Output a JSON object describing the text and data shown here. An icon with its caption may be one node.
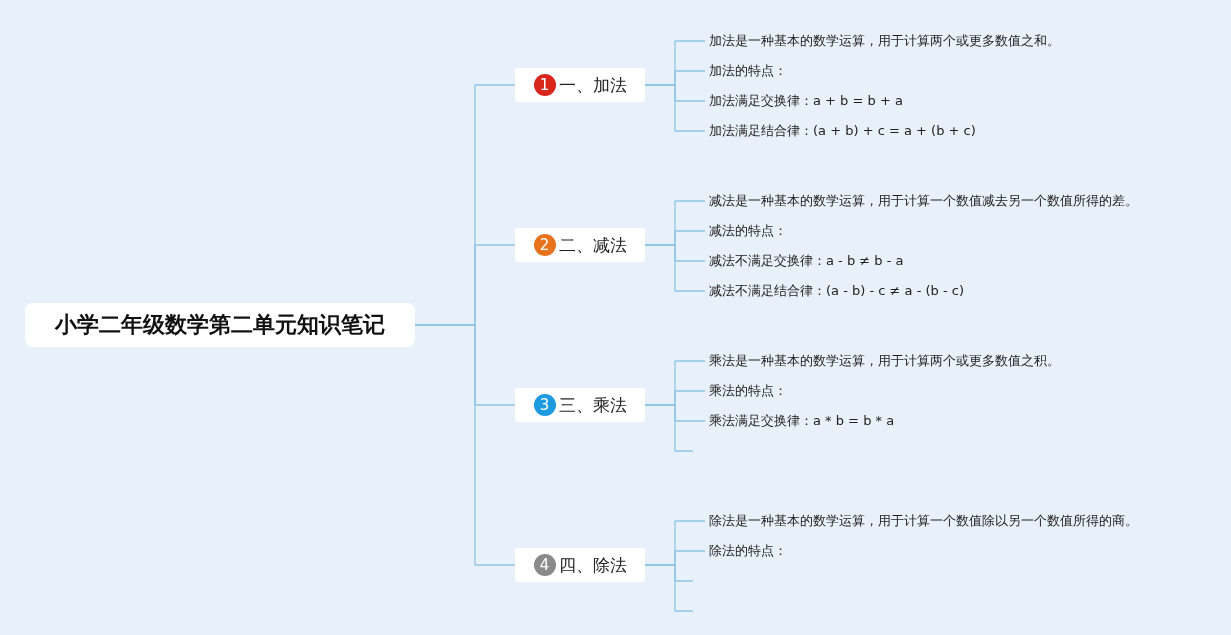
{
  "diagram": {
    "nodes": [
      {
        "text": [
          "小学二年级数学第二单元知识笔记"
        ]
      },
      {
        "text": [
          "1",
          "一、加法"
        ]
      },
      {
        "text": [
          "加法是一种基本的数学运算，用于计算两个或更多数值之和。"
        ]
      },
      {
        "text": [
          "加法的特点："
        ]
      },
      {
        "text": [
          "加法满足交换律：a + b = b + a"
        ]
      },
      {
        "text": [
          "加法满足结合律：(a + b) + c = a + (b + c)"
        ]
      },
      {
        "text": [
          "2",
          "二、减法"
        ]
      },
      {
        "text": [
          "减法是一种基本的数学运算，用于计算一个数值减去另一个数值所得的差。"
        ]
      },
      {
        "text": [
          "减法的特点："
        ]
      },
      {
        "text": [
          "减法不满足交换律：a - b ≠ b - a"
        ]
      },
      {
        "text": [
          "减法不满足结合律：(a - b) - c ≠ a - (b - c)"
        ]
      },
      {
        "text": [
          "3",
          "三、乘法"
        ]
      },
      {
        "text": [
          "乘法是一种基本的数学运算，用于计算两个或更多数值之积。"
        ]
      },
      {
        "text": [
          "乘法的特点："
        ]
      },
      {
        "text": [
          "乘法满足交换律：a * b = b * a"
        ]
      },
      {
        "text": [
          "4",
          "四、除法"
        ]
      },
      {
        "text": [
          "除法是一种基本的数学运算，用于计算一个数值除以另一个数值所得的商。"
        ]
      },
      {
        "text": [
          "除法的特点："
        ]
      }
    ],
    "edges": [
      {
        "from": 0,
        "to": 1,
        "arrow": "none"
      },
      {
        "from": 0,
        "to": 6,
        "arrow": "none"
      },
      {
        "from": 0,
        "to": 11,
        "arrow": "none"
      },
      {
        "from": 0,
        "to": 15,
        "arrow": "none"
      },
      {
        "from": 1,
        "to": 2,
        "arrow": "none"
      },
      {
        "from": 1,
        "to": 3,
        "arrow": "none"
      },
      {
        "from": 1,
        "to": 4,
        "arrow": "none"
      },
      {
        "from": 1,
        "to": 5,
        "arrow": "none"
      },
      {
        "from": 6,
        "to": 7,
        "arrow": "none"
      },
      {
        "from": 6,
        "to": 8,
        "arrow": "none"
      },
      {
        "from": 6,
        "to": 9,
        "arrow": "none"
      },
      {
        "from": 6,
        "to": 10,
        "arrow": "none"
      },
      {
        "from": 11,
        "to": 12,
        "arrow": "none"
      },
      {
        "from": 11,
        "to": 13,
        "arrow": "none"
      },
      {
        "from": 11,
        "to": 14,
        "arrow": "none"
      },
      {
        "from": 11,
        "to": null,
        "arrow": "none"
      },
      {
        "from": 15,
        "to": 16,
        "arrow": "none"
      },
      {
        "from": 15,
        "to": 17,
        "arrow": "none"
      },
      {
        "from": 15,
        "to": null,
        "arrow": "none"
      },
      {
        "from": 15,
        "to": null,
        "arrow": "none"
      }
    ]
  }
}
